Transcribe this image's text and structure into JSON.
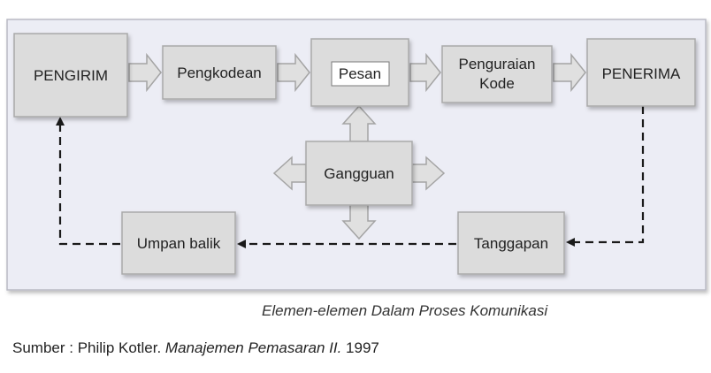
{
  "diagram": {
    "nodes": {
      "pengirim": "PENGIRIM",
      "pengkodean": "Pengkodean",
      "pesan": "Pesan",
      "penguraian_line1": "Penguraian",
      "penguraian_line2": "Kode",
      "penerima": "PENERIMA",
      "gangguan": "Gangguan",
      "tanggapan": "Tanggapan",
      "umpan_balik": "Umpan balik"
    },
    "caption": "Elemen-elemen Dalam Proses Komunikasi"
  },
  "source": {
    "prefix": "Sumber : Philip Kotler. ",
    "book": "Manajemen Pemasaran II.",
    "year": " 1997"
  },
  "colors": {
    "panel": "#ECEDF5",
    "box": "#DCDCDC",
    "box_border": "#A9A9A9",
    "arrow_fill": "#E0E0E0",
    "arrow_stroke": "#A4A4A4",
    "dash": "#1A1A1A"
  }
}
